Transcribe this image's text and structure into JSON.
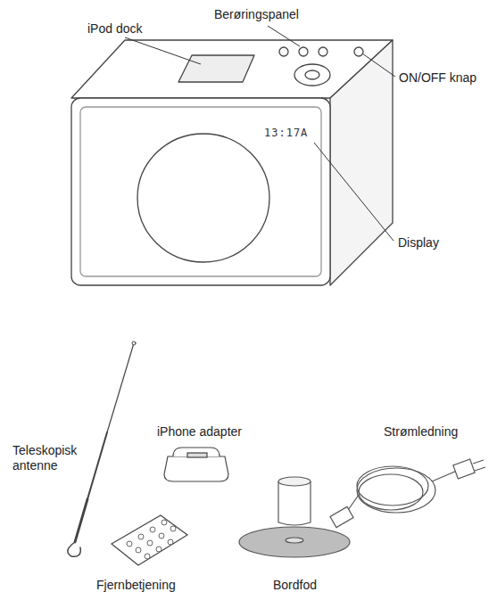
{
  "diagram": {
    "labels": [
      "iPod dock",
      "Berøringspanel",
      "ON/OFF knap",
      "13:17A",
      "Display",
      "Teleskopisk antenne",
      "iPhone adapter",
      "Strømledning",
      "Fjernbetjening",
      "Bordfod"
    ]
  }
}
